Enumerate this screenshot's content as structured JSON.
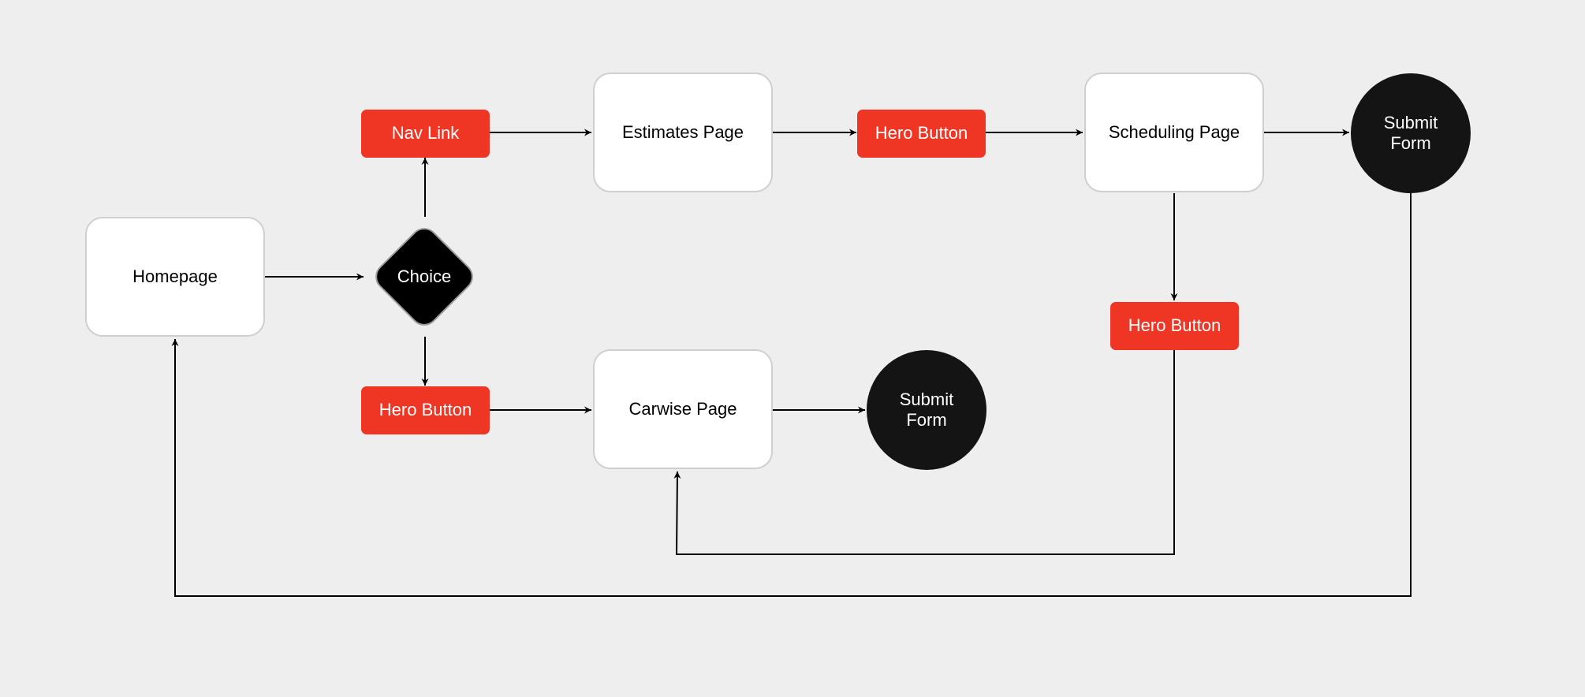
{
  "diagram": {
    "nodes": {
      "homepage": "Homepage",
      "choice": "Choice",
      "nav_link": "Nav Link",
      "hero_button_lower": "Hero Button",
      "estimates_page": "Estimates Page",
      "hero_button_top": "Hero Button",
      "scheduling_page": "Scheduling Page",
      "submit_form_top": "Submit Form",
      "hero_button_right": "Hero Button",
      "carwise_page": "Carwise Page",
      "submit_form_bottom": "Submit Form"
    },
    "edges": [
      {
        "from": "homepage",
        "to": "choice"
      },
      {
        "from": "choice",
        "to": "nav_link"
      },
      {
        "from": "choice",
        "to": "hero_button_lower"
      },
      {
        "from": "nav_link",
        "to": "estimates_page"
      },
      {
        "from": "estimates_page",
        "to": "hero_button_top"
      },
      {
        "from": "hero_button_top",
        "to": "scheduling_page"
      },
      {
        "from": "scheduling_page",
        "to": "submit_form_top"
      },
      {
        "from": "scheduling_page",
        "to": "hero_button_right"
      },
      {
        "from": "hero_button_lower",
        "to": "carwise_page"
      },
      {
        "from": "carwise_page",
        "to": "submit_form_bottom"
      },
      {
        "from": "hero_button_right",
        "to": "carwise_page"
      },
      {
        "from": "submit_form_top",
        "to": "homepage"
      }
    ],
    "colors": {
      "background": "#eeeeee",
      "page_fill": "#ffffff",
      "button_fill": "#ef3524",
      "terminal_fill": "#141414",
      "decision_fill": "#000000",
      "edge": "#000000"
    }
  }
}
